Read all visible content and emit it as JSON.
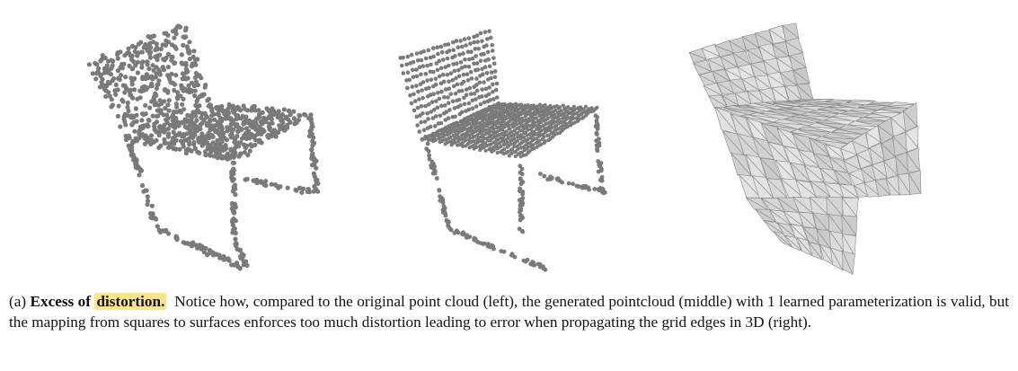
{
  "figure": {
    "panels": [
      {
        "id": "original-point-cloud",
        "kind": "point-cloud",
        "density": "sparse"
      },
      {
        "id": "generated-point-cloud",
        "kind": "point-cloud",
        "density": "structured"
      },
      {
        "id": "mesh-3d",
        "kind": "triangle-mesh"
      }
    ],
    "colors": {
      "points": "#7a7a7a",
      "mesh_fill": "#d6d6d6",
      "mesh_edge": "#8a8a8a",
      "highlight": "#fbe68a"
    }
  },
  "caption": {
    "label": "(a)",
    "title_part1": "Excess of",
    "title_highlight": "distortion.",
    "body": "Notice how, compared to the original point cloud (left), the generated pointcloud (middle) with 1 learned parameterization is valid, but the mapping from squares to surfaces enforces too much distortion leading to error when propagating the grid edges in 3D (right)."
  }
}
